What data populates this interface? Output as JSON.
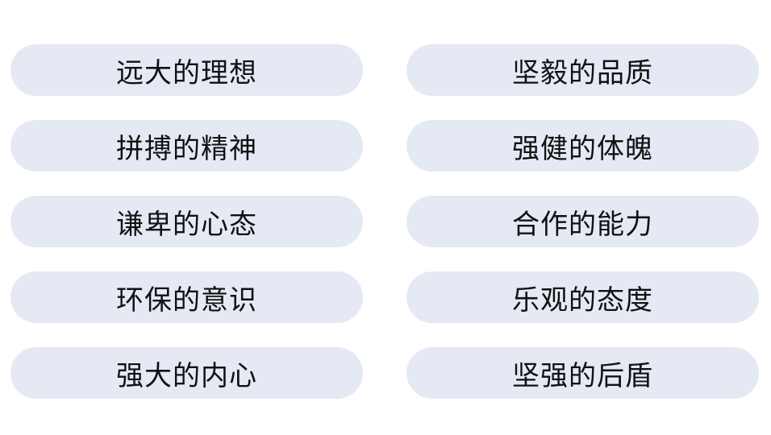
{
  "items": [
    {
      "label": "远大的理想"
    },
    {
      "label": "坚毅的品质"
    },
    {
      "label": "拼搏的精神"
    },
    {
      "label": "强健的体魄"
    },
    {
      "label": "谦卑的心态"
    },
    {
      "label": "合作的能力"
    },
    {
      "label": "环保的意识"
    },
    {
      "label": "乐观的态度"
    },
    {
      "label": "强大的内心"
    },
    {
      "label": "坚强的后盾"
    }
  ]
}
